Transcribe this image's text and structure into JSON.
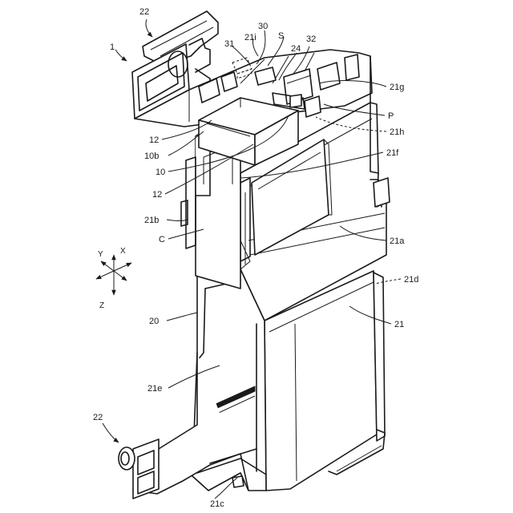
{
  "labels": {
    "l1": "1",
    "l22_top": "22",
    "l30": "30",
    "l21i": "21i",
    "lS": "S",
    "l31": "31",
    "l32": "32",
    "l24": "24",
    "l21g": "21g",
    "lP": "P",
    "l21h": "21h",
    "l12_a": "12",
    "l10b": "10b",
    "l10": "10",
    "l21f": "21f",
    "l12_b": "12",
    "l21b": "21b",
    "lC": "C",
    "l21a": "21a",
    "l21d": "21d",
    "l20": "20",
    "l21": "21",
    "l21e": "21e",
    "l22_bottom": "22",
    "l21c": "21c"
  },
  "axes": {
    "x": "X",
    "y": "Y",
    "z": "Z"
  }
}
